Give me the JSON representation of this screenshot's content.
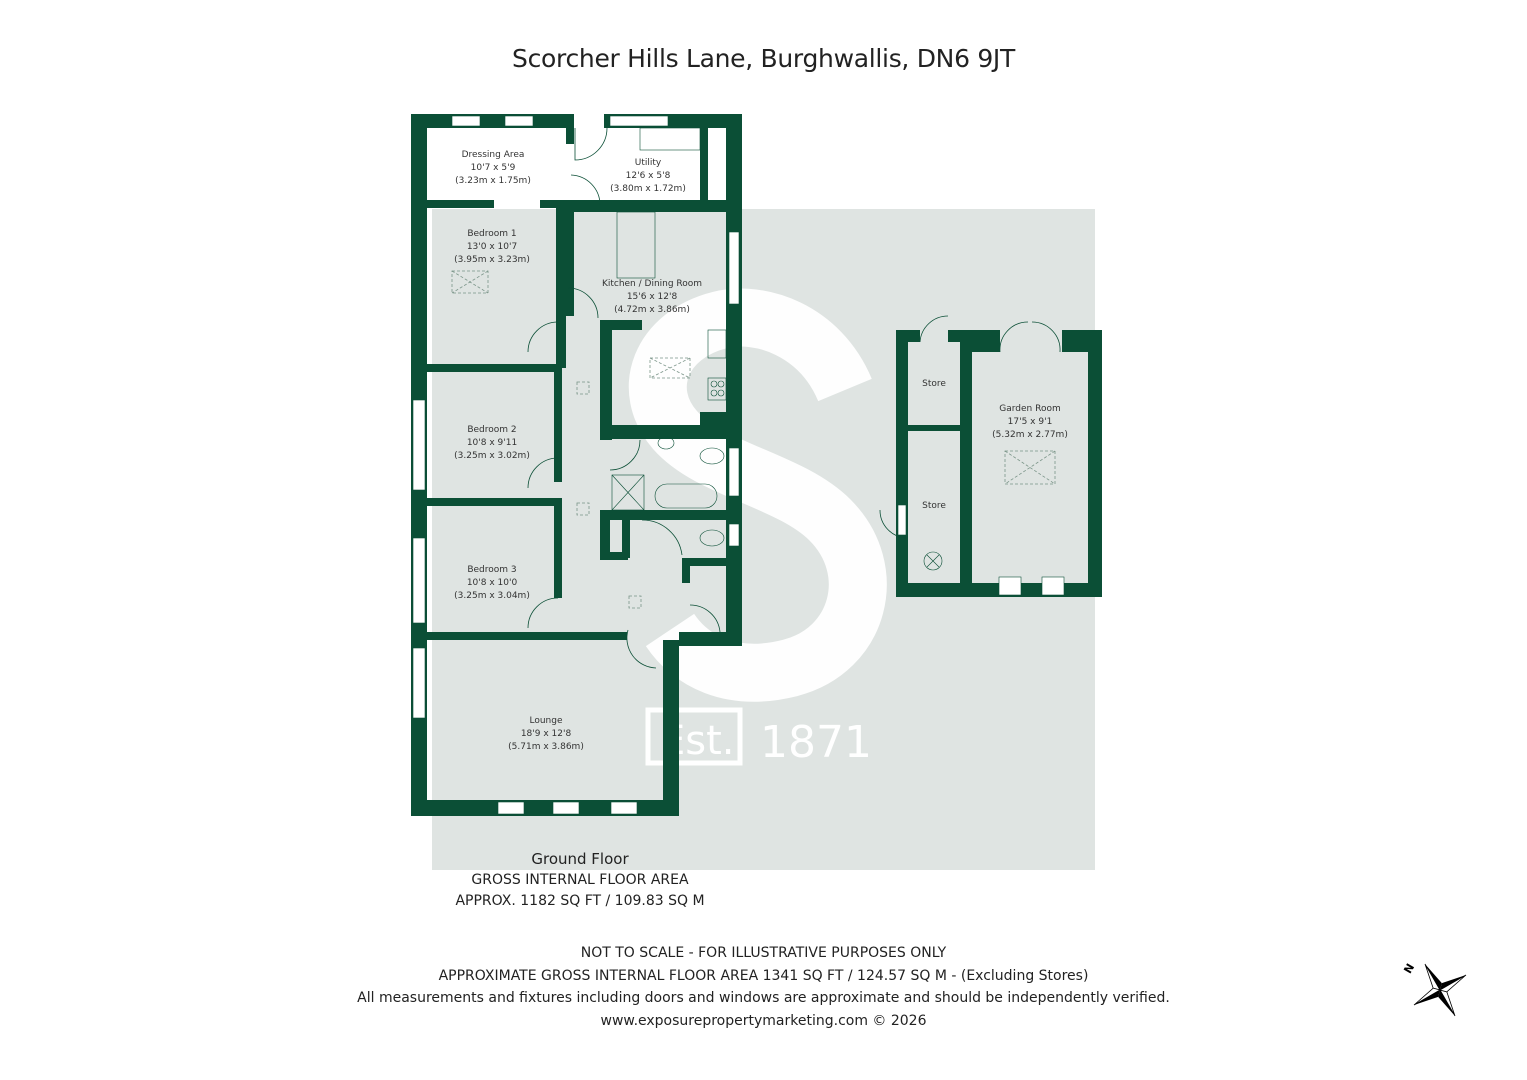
{
  "header": {
    "title": "Scorcher Hills Lane, Burghwallis, DN6 9JT"
  },
  "colors": {
    "wall": "#0b4f36",
    "floor_bg": "#dfe4e2",
    "watermark": "#ffffff",
    "text": "#333333"
  },
  "watermark": {
    "letter": "S",
    "est_label": "Est.",
    "year": "1871"
  },
  "rooms": [
    {
      "name": "Dressing Area",
      "imperial": "10'7 x 5'9",
      "metric": "(3.23m x 1.75m)"
    },
    {
      "name": "Utility",
      "imperial": "12'6 x 5'8",
      "metric": "(3.80m x 1.72m)"
    },
    {
      "name": "Bedroom 1",
      "imperial": "13'0 x 10'7",
      "metric": "(3.95m x 3.23m)"
    },
    {
      "name": "Kitchen / Dining Room",
      "imperial": "15'6 x 12'8",
      "metric": "(4.72m x 3.86m)"
    },
    {
      "name": "Bedroom 2",
      "imperial": "10'8 x 9'11",
      "metric": "(3.25m x 3.02m)"
    },
    {
      "name": "Bedroom 3",
      "imperial": "10'8 x 10'0",
      "metric": "(3.25m x 3.04m)"
    },
    {
      "name": "Lounge",
      "imperial": "18'9 x 12'8",
      "metric": "(5.71m x 3.86m)"
    },
    {
      "name": "Store",
      "imperial": "",
      "metric": ""
    },
    {
      "name": "Store",
      "imperial": "",
      "metric": ""
    },
    {
      "name": "Garden Room",
      "imperial": "17'5 x 9'1",
      "metric": "(5.32m x 2.77m)"
    }
  ],
  "floor": {
    "name": "Ground Floor",
    "area_label": "GROSS INTERNAL FLOOR AREA",
    "area_value": "APPROX. 1182 SQ FT / 109.83 SQ M"
  },
  "footer": {
    "line1": "NOT TO SCALE - FOR ILLUSTRATIVE PURPOSES ONLY",
    "line2": "APPROXIMATE GROSS INTERNAL FLOOR AREA 1341 SQ FT / 124.57 SQ M - (Excluding Stores)",
    "line3": "All measurements and fixtures including doors and windows are approximate and should be independently verified.",
    "line4": "www.exposurepropertymarketing.com © 2026"
  },
  "compass": {
    "label": "N",
    "icon": "compass-rose-icon"
  }
}
